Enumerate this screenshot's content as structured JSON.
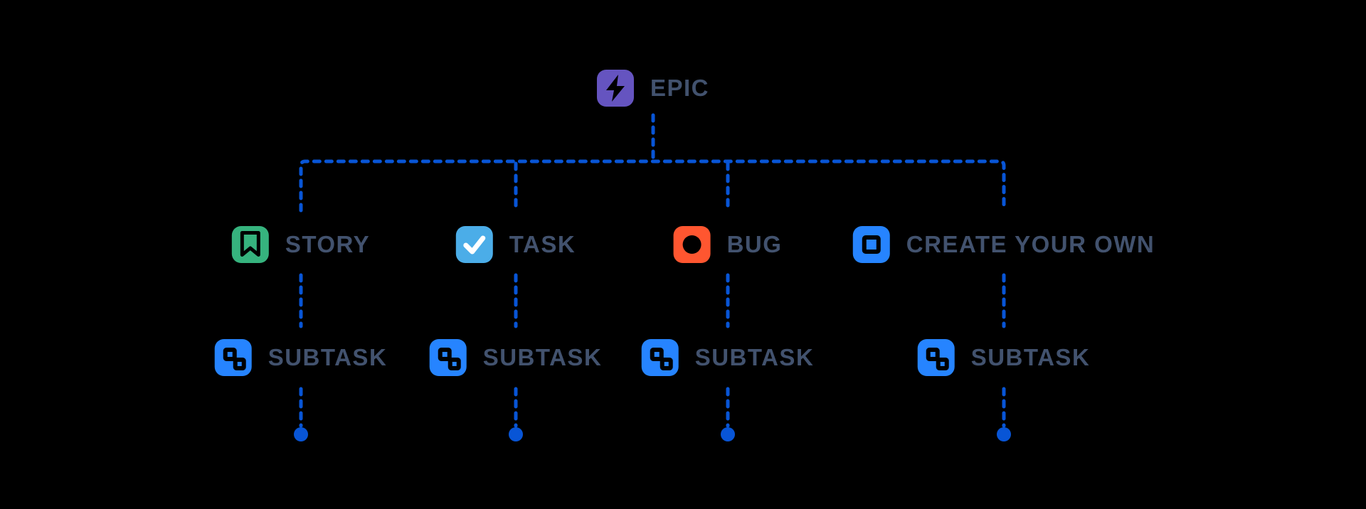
{
  "diagram": {
    "name": "issue-type-hierarchy",
    "levels": [
      "epic",
      "standard-issue-types",
      "subtask",
      "endpoint-dots"
    ],
    "edges": [
      [
        "EPIC",
        "STORY"
      ],
      [
        "EPIC",
        "TASK"
      ],
      [
        "EPIC",
        "BUG"
      ],
      [
        "EPIC",
        "CREATE YOUR OWN"
      ],
      [
        "STORY",
        "SUBTASK"
      ],
      [
        "TASK",
        "SUBTASK"
      ],
      [
        "BUG",
        "SUBTASK"
      ],
      [
        "CREATE YOUR OWN",
        "SUBTASK"
      ]
    ]
  },
  "nodes": {
    "epic": {
      "label": "EPIC",
      "icon": "lightning-bolt-icon",
      "icon_bg": "#6554C0"
    },
    "story": {
      "label": "STORY",
      "icon": "bookmark-icon",
      "icon_bg": "#36B37E"
    },
    "task": {
      "label": "TASK",
      "icon": "checkmark-icon",
      "icon_bg": "#4BADE8"
    },
    "bug": {
      "label": "BUG",
      "icon": "filled-circle-icon",
      "icon_bg": "#FF5630"
    },
    "create_your_own": {
      "label": "CREATE YOUR OWN",
      "icon": "square-outline-icon",
      "icon_bg": "#2684FF"
    },
    "subtask": {
      "label": "SUBTASK",
      "icon": "subtask-squares-icon",
      "icon_bg": "#2684FF"
    }
  },
  "colors": {
    "background": "#000000",
    "label_text": "#42526E",
    "connector": "#0855D6",
    "icon_glyph_dark": "#000000",
    "icon_glyph_light": "#FFFFFF"
  }
}
